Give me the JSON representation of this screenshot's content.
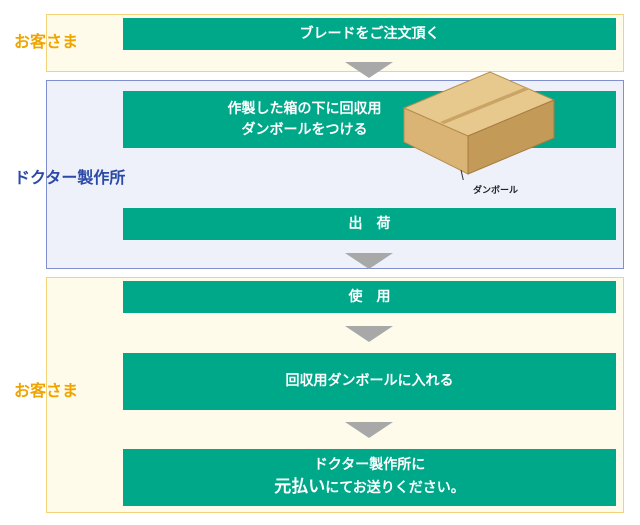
{
  "zones": {
    "customer_top_label": "お客さま",
    "doctor_label": "ドクター製作所",
    "customer_bottom_label": "お客さま"
  },
  "steps": {
    "order": "ブレードをご注文頂く",
    "attach_line1": "作製した箱の下に回収用",
    "attach_line2": "ダンボールをつける",
    "ship": "出　荷",
    "use": "使　用",
    "put_in_box": "回収用ダンボールに入れる",
    "return_line1": "ドクター製作所に",
    "return_emphasis": "元払い",
    "return_line2_rest": "にてお送りください。"
  },
  "illustration": {
    "caption": "ダンボール"
  },
  "colors": {
    "step_green": "#00a88a",
    "customer_label": "#f0a400",
    "doctor_label": "#2b4aa8",
    "arrow_gray": "#a8a8a8"
  }
}
